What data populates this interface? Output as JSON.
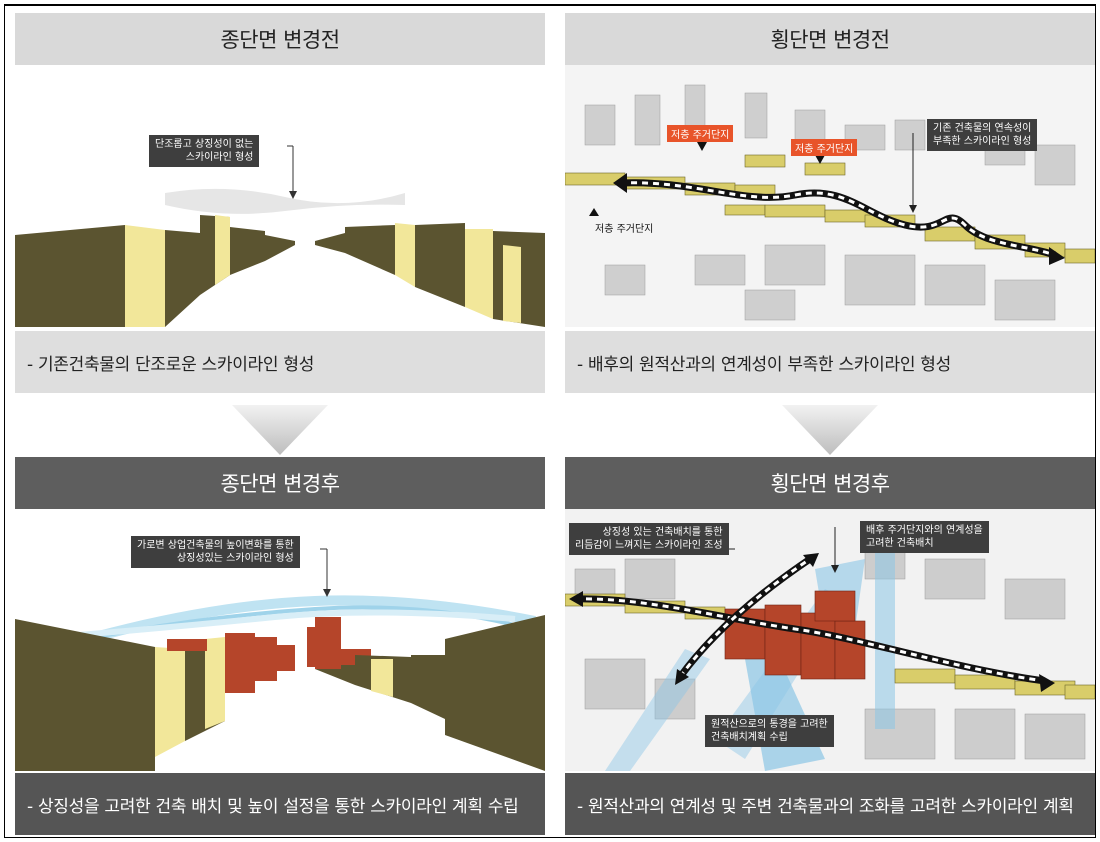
{
  "panels": {
    "tl": {
      "header": "종단면 변경전",
      "callout": [
        "단조롭고 상징성이 없는",
        "스카이라인 형성"
      ],
      "caption": "- 기존건축물의 단조로운 스카이라인 형성"
    },
    "tr": {
      "header": "횡단면 변경전",
      "tag1": "저층 주거단지",
      "tag2": "저층 주거단지",
      "label3": "저층 주거단지",
      "callout": [
        "기존 건축물의 연속성이",
        "부족한 스카이라인 형성"
      ],
      "caption": "- 배후의 원적산과의 연계성이 부족한 스카이라인 형성"
    },
    "bl": {
      "header": "종단면 변경후",
      "callout": [
        "가로변 상업건축물의 높이변화를 통한",
        "상징성있는 스카이라인 형성"
      ],
      "caption": "- 상징성을 고려한 건축 배치 및 높이 설정을 통한 스카이라인 계획 수립"
    },
    "br": {
      "header": "횡단면 변경후",
      "callout1": [
        "상징성 있는 건축배치를 통한",
        "리듬감이 느껴지는 스카이라인 조성"
      ],
      "callout2": [
        "배후 주거단지와의 연계성을",
        "고려한 건축배치"
      ],
      "callout3": [
        "원적산으로의 통경을 고려한",
        "건축배치계획 수립"
      ],
      "caption": "- 원적산과의 연계성 및 주변 건축물과의 조화를 고려한 스카이라인 계획"
    }
  },
  "colors": {
    "building_dark": "#5b5430",
    "building_light": "#f2e79a",
    "building_red": "#b5452a",
    "sky_blue": "#9fd3ea",
    "header_light": "#d9d9d9",
    "header_dark": "#5e5e5e"
  }
}
